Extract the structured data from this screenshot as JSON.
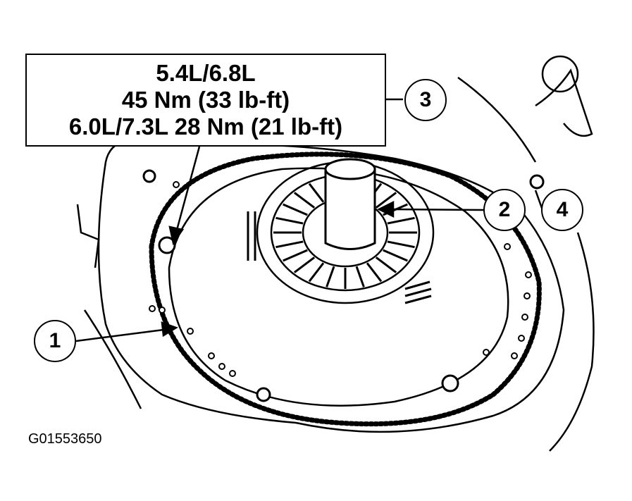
{
  "spec_box": {
    "lines": [
      "5.4L/6.8L",
      "45 Nm (33 lb-ft)",
      "6.0L/7.3L 28 Nm (21 lb-ft)"
    ]
  },
  "callouts": [
    "1",
    "2",
    "3",
    "4"
  ],
  "figure_id": "G01553650"
}
